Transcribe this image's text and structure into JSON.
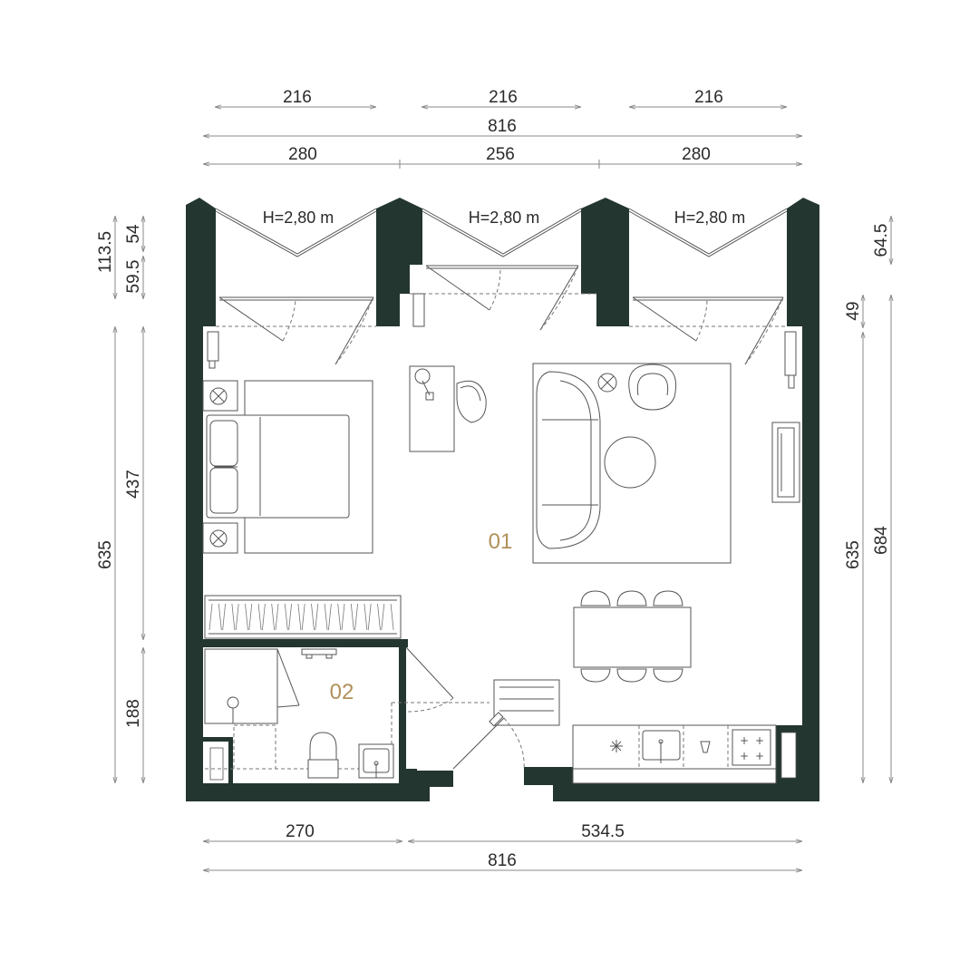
{
  "colors": {
    "wall": "#243630",
    "room_label": "#b0915a",
    "dimension_line": "#8a8a8a",
    "furniture_line": "#555555"
  },
  "dimensions": {
    "top_row1": [
      "216",
      "216",
      "216"
    ],
    "top_total": "816",
    "top_row3": [
      "280",
      "256",
      "280"
    ],
    "left_upper_total": "113.5",
    "left_upper_a": "54",
    "left_upper_b": "59.5",
    "left_total": "635",
    "left_room01": "437",
    "left_room02": "188",
    "right_upper": "64.5",
    "right_small": "49",
    "right_a": "635",
    "right_b": "684",
    "bottom_left": "270",
    "bottom_right": "534.5",
    "bottom_total": "816"
  },
  "bay_heights": [
    "H=2,80 m",
    "H=2,80 m",
    "H=2,80 m"
  ],
  "rooms": {
    "main": "01",
    "bath": "02"
  }
}
